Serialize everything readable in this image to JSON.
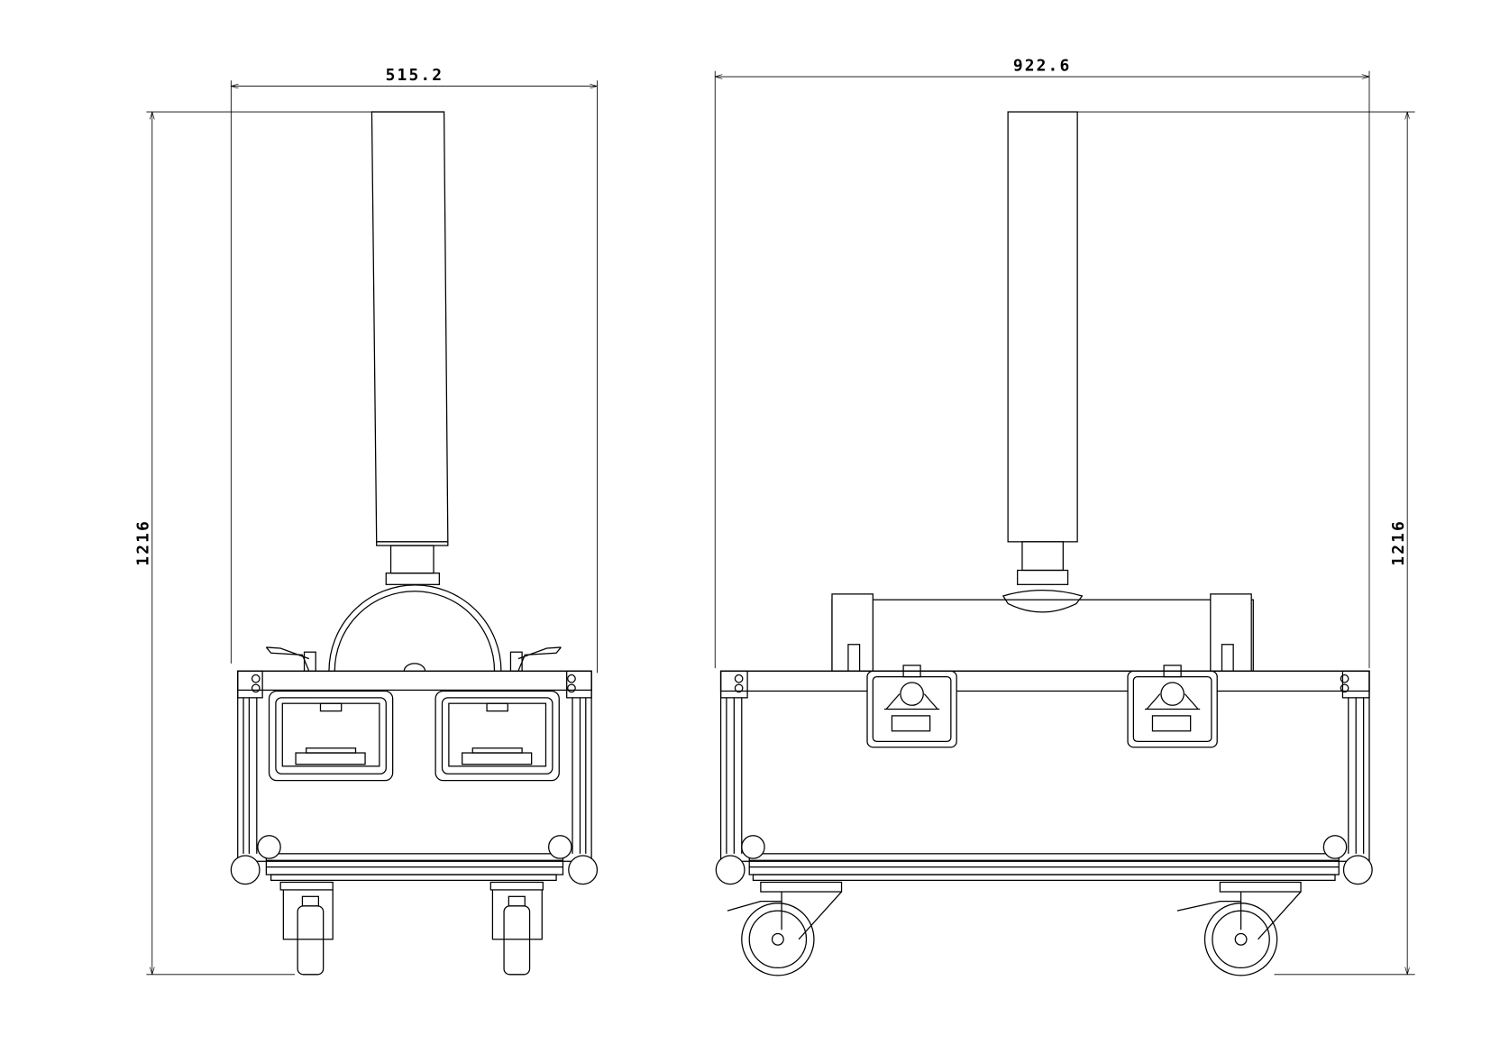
{
  "drawing": {
    "front_view": {
      "width_dim": "515.2",
      "height_dim": "1216"
    },
    "side_view": {
      "width_dim": "922.6",
      "height_dim": "1216"
    }
  },
  "colors": {
    "line": "#000000",
    "background": "#ffffff"
  }
}
